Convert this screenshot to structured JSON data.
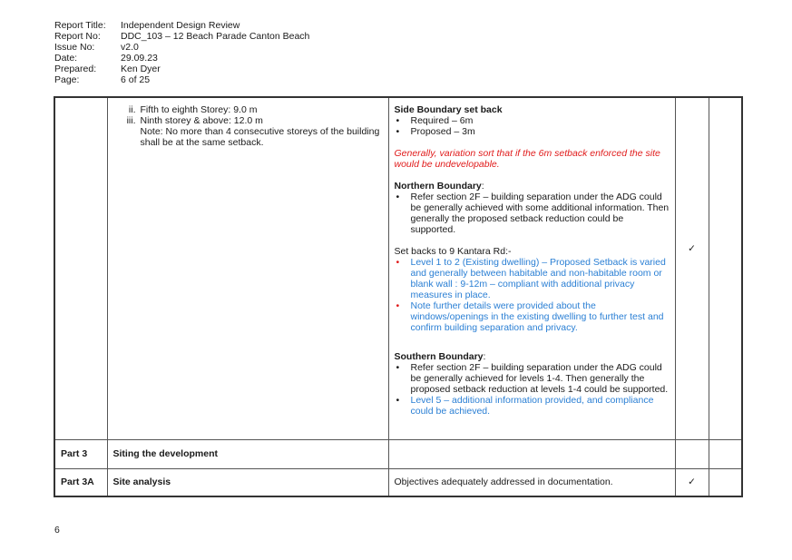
{
  "header": {
    "rows": [
      {
        "label": "Report Title:",
        "value": "Independent Design Review"
      },
      {
        "label": "Report No:",
        "value": "DDC_103 – 12 Beach Parade Canton Beach"
      },
      {
        "label": "Issue No:",
        "value": "v2.0"
      },
      {
        "label": "Date:",
        "value": "29.09.23"
      },
      {
        "label": "Prepared:",
        "value": "Ken Dyer"
      },
      {
        "label": "Page:",
        "value": "6 of 25"
      }
    ]
  },
  "table": {
    "main_row": {
      "criteria": {
        "items": [
          {
            "num": "ii.",
            "text": "Fifth to eighth Storey: 9.0 m"
          },
          {
            "num": "iii.",
            "text": "Ninth storey & above: 12.0 m"
          }
        ],
        "note_line1": "Note: No more than 4 consecutive storeys of the building",
        "note_line2": "shall be at the same setback."
      },
      "response": {
        "side_heading": "Side Boundary set back",
        "side_bullets": [
          "Required – 6m",
          "Proposed – 3m"
        ],
        "variation_note": "Generally, variation sort that if the 6m setback enforced the site would be undevelopable.",
        "northern_heading": "Northern Boundary",
        "colon": ":",
        "northern_bullet": "Refer section 2F – building separation under the ADG could be generally achieved with some additional information. Then generally the proposed setback reduction could be supported.",
        "kantara_heading": "Set backs to 9 Kantara Rd:-",
        "kantara_bullets": [
          "Level 1 to 2 (Existing dwelling) – Proposed Setback is varied and generally between habitable and non-habitable room or blank wall : 9-12m – compliant with additional privacy measures in place.",
          "Note further details were provided about the windows/openings in the existing dwelling to further test and confirm building separation and privacy."
        ],
        "southern_heading": "Southern Boundary",
        "southern_bullet_1": "Refer section 2F – building separation under the ADG could be generally achieved for levels 1-4. Then generally the proposed setback reduction at levels 1-4 could be supported.",
        "southern_bullet_2": "Level 5 – additional information provided, and compliance could be achieved."
      },
      "tick": "✓"
    },
    "part3": {
      "part": "Part 3",
      "title": "Siting the development"
    },
    "part3a": {
      "part": "Part 3A",
      "title": "Site analysis",
      "response": "Objectives adequately addressed in documentation.",
      "tick": "✓"
    }
  },
  "page_number": "6",
  "colors": {
    "red_text": "#e01b1b",
    "blue_text": "#2a7fd4"
  }
}
